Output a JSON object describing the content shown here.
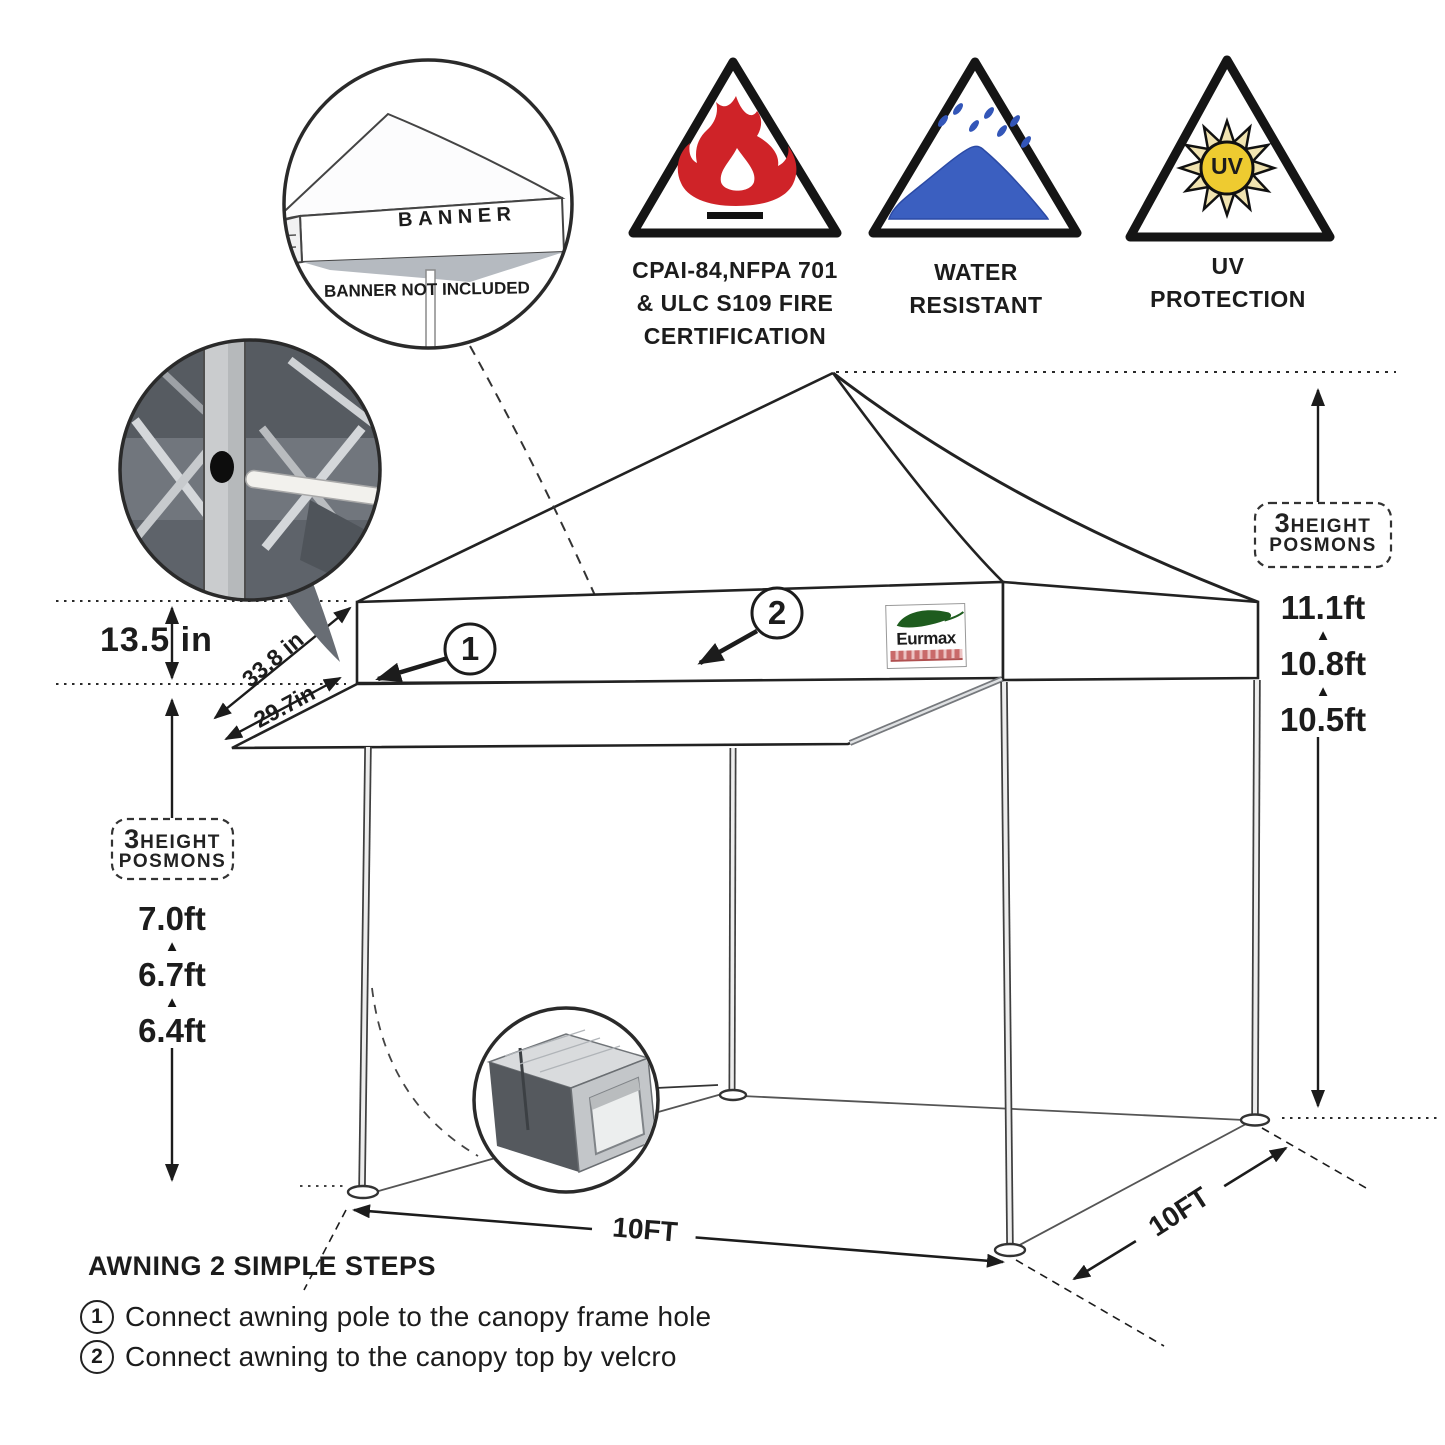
{
  "banner_inset": {
    "banner_label": "BANNER",
    "note": "BANNER NOT INCLUDED"
  },
  "certifications": {
    "fire": {
      "line1": "CPAI-84,NFPA 701",
      "line2": "& ULC S109 FIRE",
      "line3": "CERTIFICATION"
    },
    "water": {
      "line1": "WATER",
      "line2": "RESISTANT"
    },
    "uv": {
      "sun_text": "UV",
      "line1": "UV",
      "line2": "PROTECTION"
    }
  },
  "dimensions": {
    "valance_height": "13.5 in",
    "awning_length": "33.8 in",
    "awning_width": "29.7in",
    "front_width": "10FT",
    "side_depth": "10FT"
  },
  "height_positions": {
    "count": "3",
    "word1": "HEIGHT",
    "word2": "POSMONS",
    "up_marker": "▲",
    "peak": [
      "11.1ft",
      "10.8ft",
      "10.5ft"
    ],
    "eave": [
      "7.0ft",
      "6.7ft",
      "6.4ft"
    ]
  },
  "callouts": {
    "one": "1",
    "two": "2"
  },
  "logo": {
    "brand": "Eurmax"
  },
  "steps": {
    "title": "AWNING 2 SIMPLE STEPS",
    "items": [
      {
        "num": "1",
        "text": "Connect awning pole to the canopy frame hole"
      },
      {
        "num": "2",
        "text": "Connect awning to the canopy top by velcro"
      }
    ]
  },
  "colors": {
    "flame": "#cf2328",
    "water": "#3b5fc0",
    "sun": "#eecb30",
    "leaf": "#1e5c1e",
    "line": "#222222"
  }
}
